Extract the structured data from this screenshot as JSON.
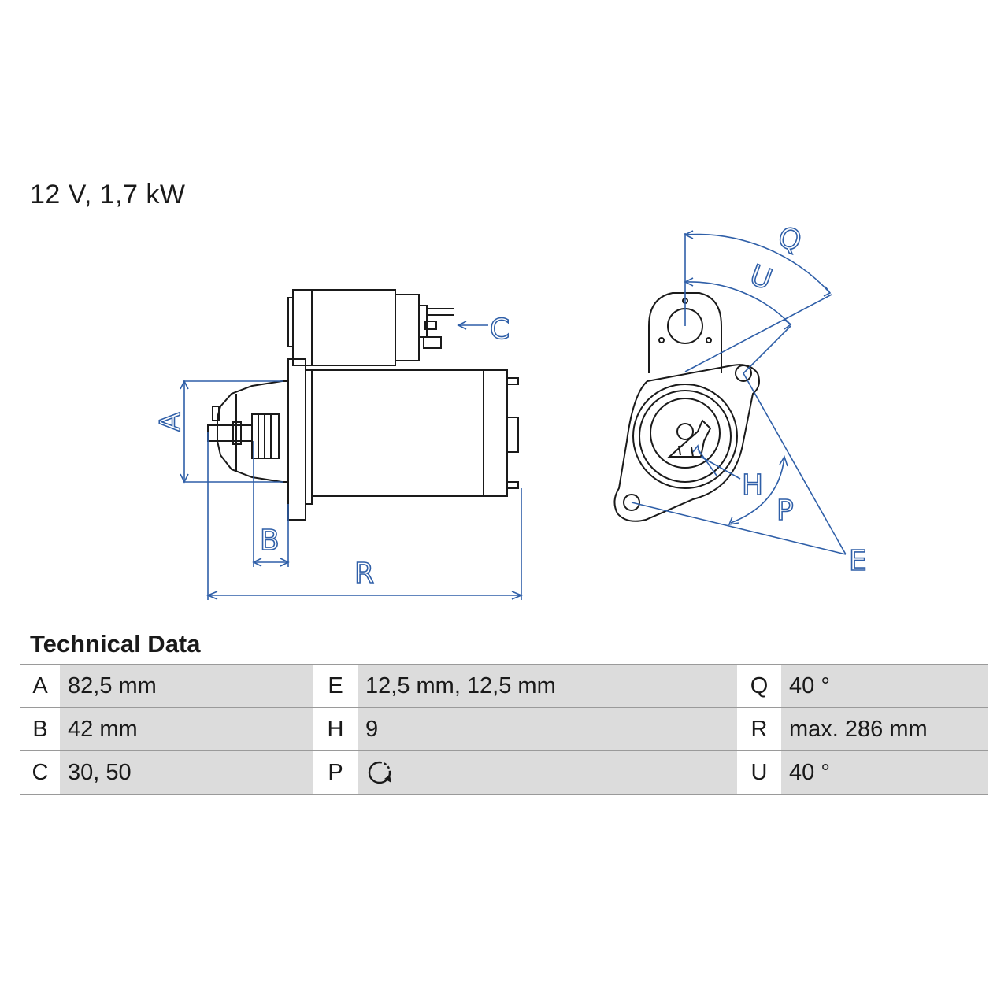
{
  "heading": "12 V, 1,7 kW",
  "diagram_labels": {
    "A": "A",
    "B": "B",
    "C": "C",
    "R": "R",
    "Q": "Q",
    "U": "U",
    "H": "H",
    "P": "P",
    "E": "E"
  },
  "section_title": "Technical Data",
  "rows": [
    {
      "k1": "A",
      "v1": "82,5 mm",
      "k2": "E",
      "v2": "12,5 mm, 12,5 mm",
      "k3": "Q",
      "v3": "40 °"
    },
    {
      "k1": "B",
      "v1": "42 mm",
      "k2": "H",
      "v2": "9",
      "k3": "R",
      "v3": "max. 286 mm"
    },
    {
      "k1": "C",
      "v1": "30, 50",
      "k2": "P",
      "v2_icon": "clockwise-rotation-icon",
      "k3": "U",
      "v3": "40 °"
    }
  ],
  "colors": {
    "dimension_lines": "#2f5fa8",
    "outline": "#1a1a1a",
    "table_value_bg": "#dcdcdc"
  }
}
